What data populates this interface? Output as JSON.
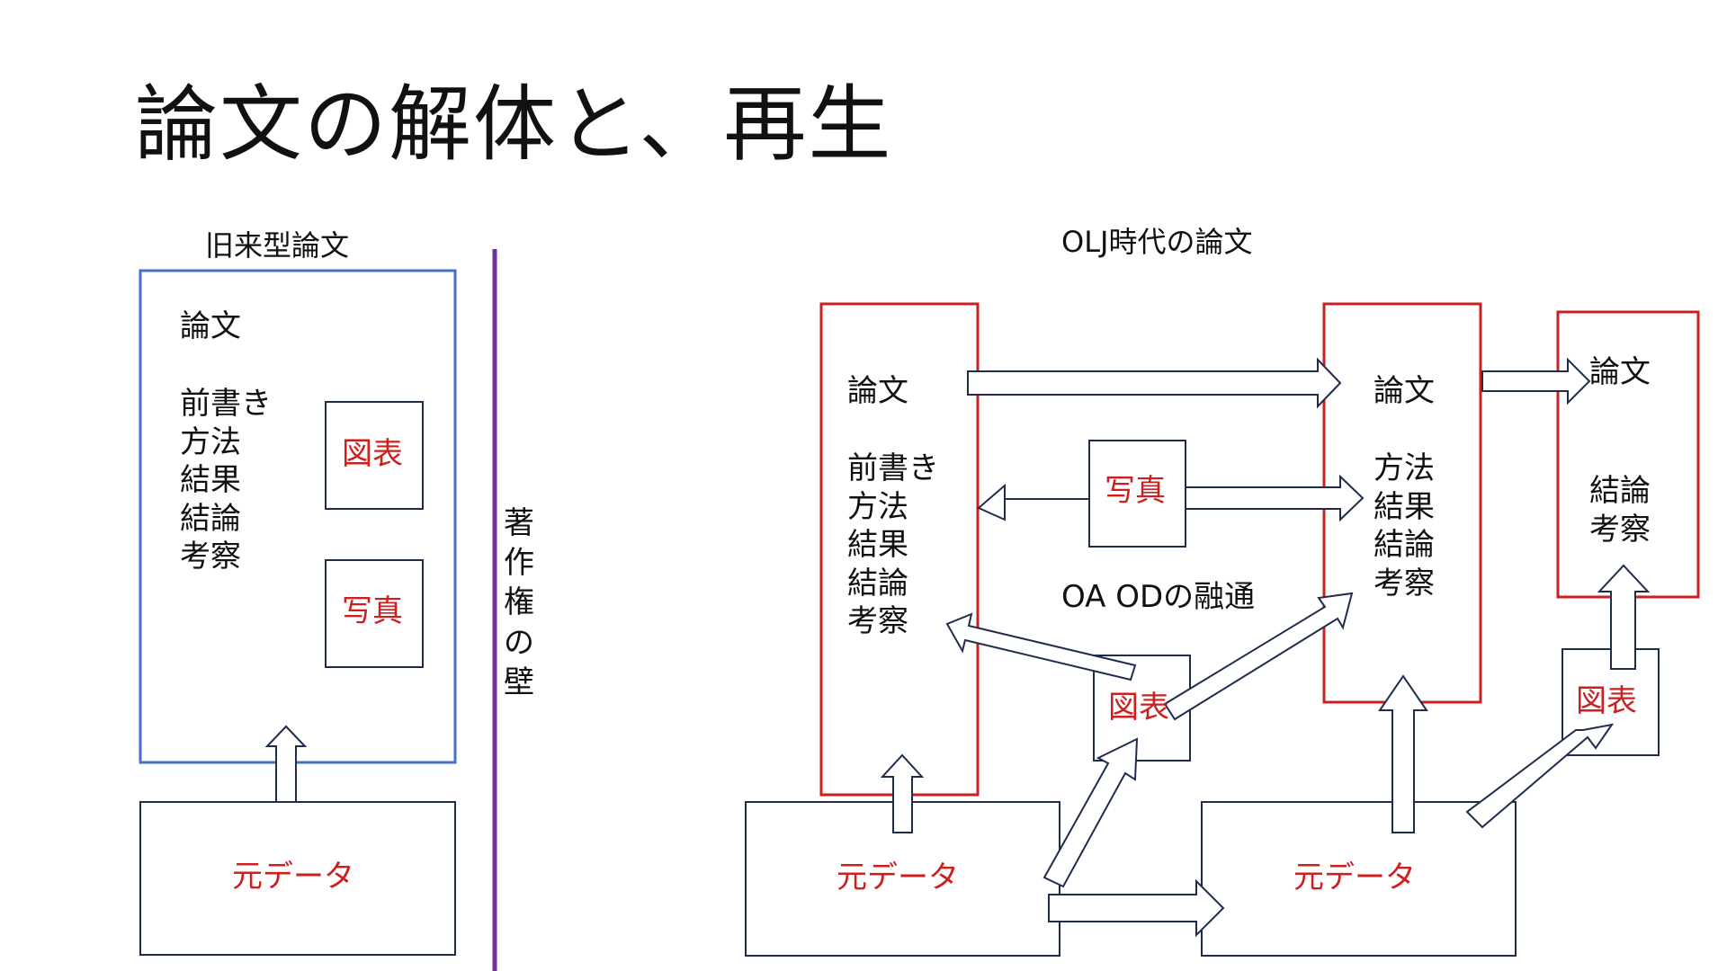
{
  "title": "論文の解体と、再生",
  "left": {
    "heading": "旧来型論文",
    "paper_title": "論文",
    "sections": "前書き\n方法\n結果\n結論\n考察",
    "figure_label": "図表",
    "photo_label": "写真",
    "raw_data_label": "元データ"
  },
  "divider": {
    "label": "著作権の壁",
    "color": "#7030a0"
  },
  "right": {
    "heading": "OLJ時代の論文",
    "center_caption": "OA ODの融通",
    "paper1": {
      "title": "論文",
      "sections": "前書き\n方法\n結果\n結論\n考察"
    },
    "paper2": {
      "title": "論文",
      "sections": "方法\n結果\n結論\n考察"
    },
    "paper3": {
      "title": "論文",
      "sections": "結論\n考察"
    },
    "photo_label": "写真",
    "figure_label_center": "図表",
    "figure_label_right": "図表",
    "raw_data_label_1": "元データ",
    "raw_data_label_2": "元データ"
  },
  "colors": {
    "left_paper_border": "#4472c4",
    "right_paper_border": "#cc1f1f",
    "box_border": "#1f2d4d",
    "red_text": "#cc1f1f"
  }
}
